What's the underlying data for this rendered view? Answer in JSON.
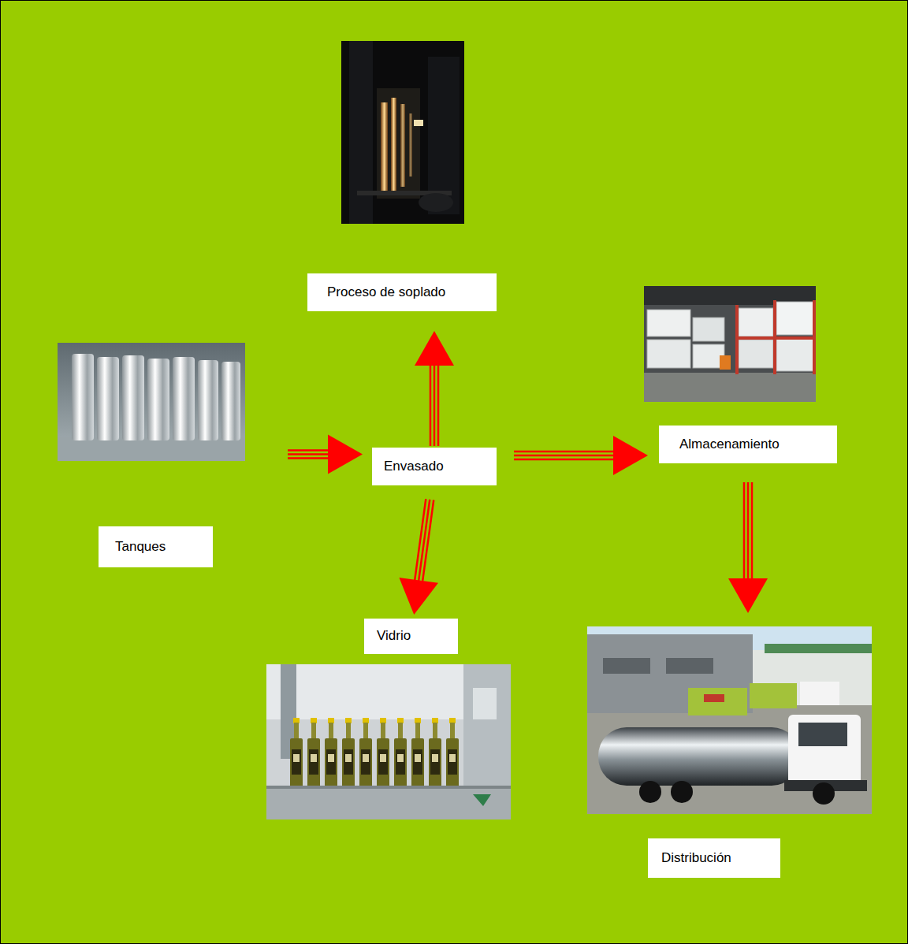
{
  "diagram": {
    "nodes": [
      {
        "text": [
          "Proceso de soplado"
        ]
      },
      {
        "text": [
          "Almacenamiento"
        ]
      },
      {
        "text": [
          "Envasado"
        ]
      },
      {
        "text": [
          "Tanques"
        ]
      },
      {
        "text": [
          "Vidrio"
        ]
      },
      {
        "text": [
          "Distribución"
        ]
      }
    ],
    "edges": [
      {
        "from": 3,
        "to": 2,
        "arrow": "to"
      },
      {
        "from": 2,
        "to": 0,
        "arrow": "to"
      },
      {
        "from": 2,
        "to": 1,
        "arrow": "to"
      },
      {
        "from": 2,
        "to": 4,
        "arrow": "to"
      },
      {
        "from": 1,
        "to": 5,
        "arrow": "to"
      }
    ]
  }
}
